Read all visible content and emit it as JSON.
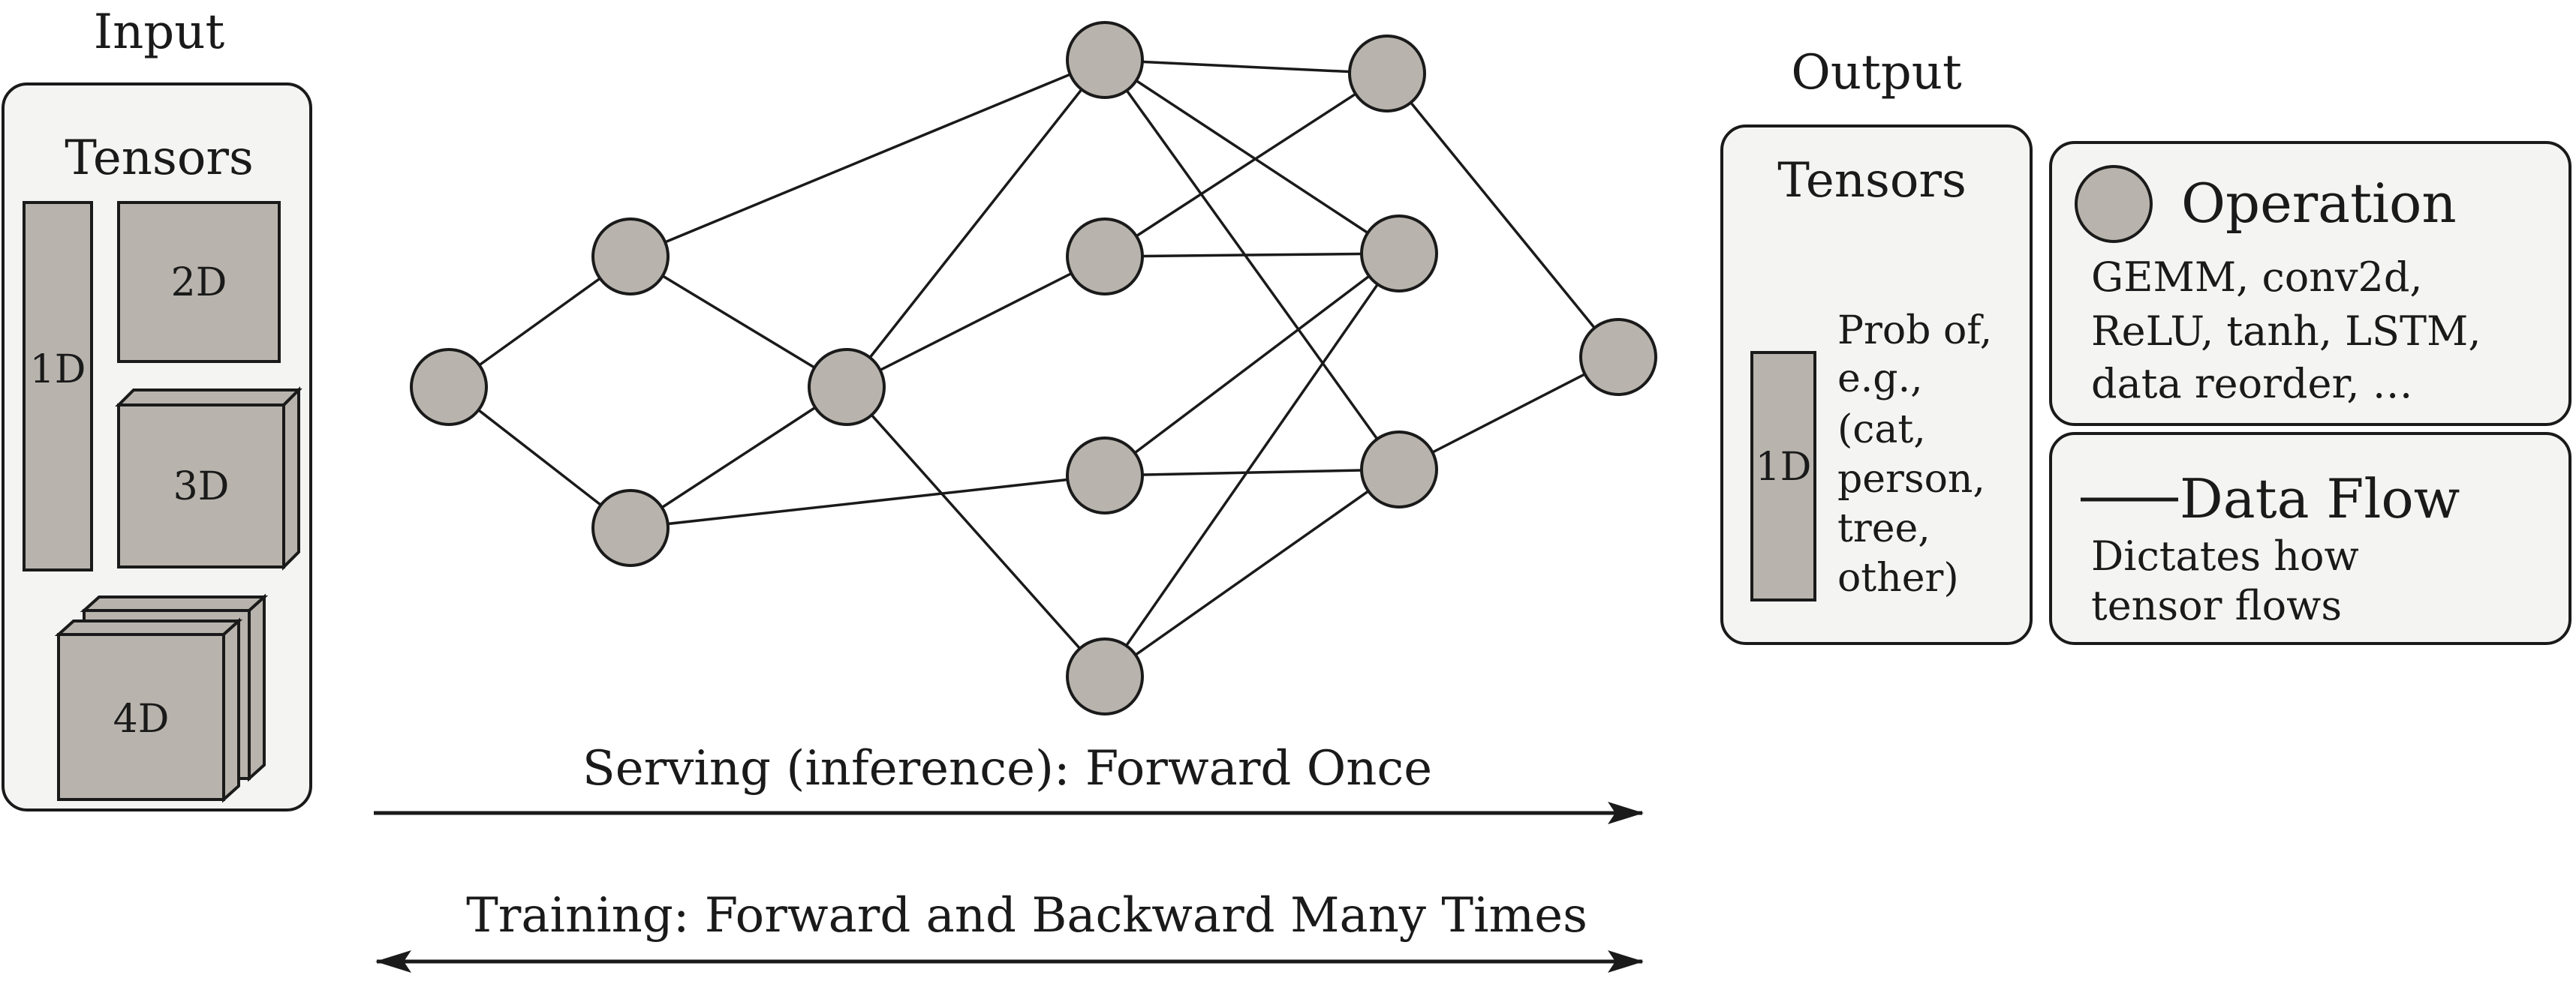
{
  "colors": {
    "node_fill": "#b8b4ad",
    "stroke": "#1a1a1a",
    "box_fill": "#f4f4f3",
    "tensor_fill": "#b8b4ad"
  },
  "input": {
    "title": "Input",
    "subtitle": "Tensors",
    "t1": "1D",
    "t2": "2D",
    "t3": "3D",
    "t4": "4D"
  },
  "output": {
    "title": "Output",
    "subtitle": "Tensors",
    "t1": "1D",
    "prob_lines": [
      "Prob of,",
      "e.g.,",
      "(cat,",
      "person,",
      "tree,",
      "other)"
    ]
  },
  "legend": {
    "operation_title": "Operation",
    "operation_lines": [
      "GEMM, conv2d,",
      "ReLU, tanh, LSTM,",
      "data reorder, …"
    ],
    "dataflow_title": "Data Flow",
    "dataflow_lines": [
      "Dictates how",
      "tensor flows"
    ]
  },
  "arrows": {
    "serving": "Serving (inference): Forward Once",
    "training": "Training: Forward and Backward Many Times"
  },
  "graph": {
    "nodes": [
      "a",
      "b1",
      "b2",
      "c",
      "d1",
      "d2",
      "d3",
      "d4",
      "e1",
      "e2",
      "e3",
      "f"
    ],
    "edges": [
      [
        "a",
        "b1"
      ],
      [
        "a",
        "b2"
      ],
      [
        "b1",
        "c"
      ],
      [
        "b1",
        "d1"
      ],
      [
        "b2",
        "c"
      ],
      [
        "b2",
        "d3"
      ],
      [
        "c",
        "d1"
      ],
      [
        "c",
        "d2"
      ],
      [
        "c",
        "d4"
      ],
      [
        "d1",
        "e1"
      ],
      [
        "d1",
        "e2"
      ],
      [
        "d1",
        "e3"
      ],
      [
        "d2",
        "e1"
      ],
      [
        "d2",
        "e2"
      ],
      [
        "d3",
        "e2"
      ],
      [
        "d3",
        "e3"
      ],
      [
        "d4",
        "e2"
      ],
      [
        "d4",
        "e3"
      ],
      [
        "e1",
        "f"
      ],
      [
        "e3",
        "f"
      ]
    ]
  }
}
